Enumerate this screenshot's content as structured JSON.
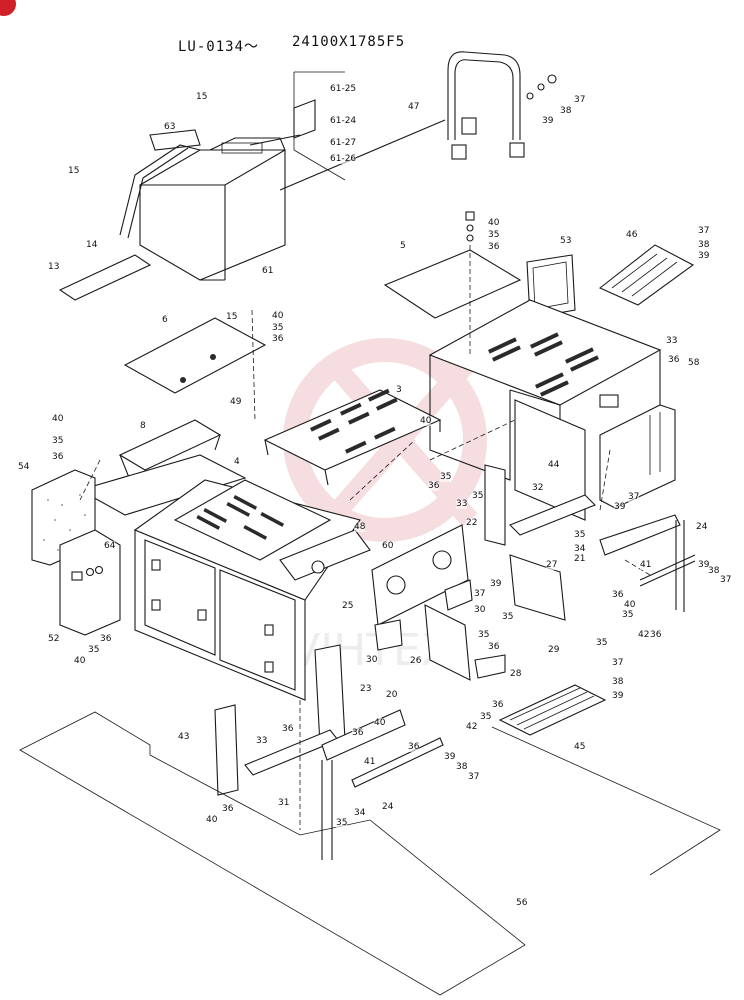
{
  "header": {
    "serial_from": "LU-0134～",
    "part_code": "24100X1785F5"
  },
  "watermark": {
    "text": "VIHTEX",
    "color": "#e8a0a8"
  },
  "badge_color": "#d0202a",
  "labels": {
    "p13": "13",
    "p14": "14",
    "p15a": "15",
    "p15b": "15",
    "p15c": "15",
    "p61": "61",
    "p63": "63",
    "p61_25": "61-25",
    "p61_24": "61-24",
    "p61_27": "61-27",
    "p61_26": "61-26",
    "p47": "47",
    "p37a": "37",
    "p38a": "38",
    "p39a": "39",
    "p40a": "40",
    "p35a": "35",
    "p36a": "36",
    "p5": "5",
    "p53": "53",
    "p46": "46",
    "p37b": "37",
    "p38b": "38",
    "p39b": "39",
    "p6": "6",
    "p40b": "40",
    "p35b": "35",
    "p36b": "36",
    "p49": "49",
    "p33a": "33",
    "p36c": "36",
    "p58": "58",
    "p3": "3",
    "p40c": "40",
    "p8": "8",
    "p4": "4",
    "p40d": "40",
    "p35c": "35",
    "p36d": "36",
    "p54": "54",
    "p64": "64",
    "p35d": "35",
    "p36e": "36",
    "p44": "44",
    "p33b": "33",
    "p35e": "35",
    "p22": "22",
    "p32": "32",
    "p39c": "39",
    "p37c": "37",
    "p24a": "24",
    "p48": "48",
    "p60": "60",
    "p52": "52",
    "p40e": "40",
    "p35f": "35",
    "p36f": "36",
    "p25": "25",
    "p37d": "37",
    "p39d": "39",
    "p35g": "35",
    "p34a": "34",
    "p21": "21",
    "p41a": "41",
    "p36g": "36",
    "p40f": "40",
    "p39e": "39",
    "p38c": "38",
    "p37e": "37",
    "p35h": "35",
    "p36h": "36",
    "p27": "27",
    "p42a": "42",
    "p35i": "35",
    "p29": "29",
    "p30a": "30",
    "p35j": "35",
    "p30b": "30",
    "p26": "26",
    "p35k": "35",
    "p36i": "36",
    "p28": "28",
    "p37f": "37",
    "p38d": "38",
    "p39f": "39",
    "p36j": "36",
    "p42b": "42",
    "p35l": "35",
    "p23": "23",
    "p20": "20",
    "p40g": "40",
    "p36k": "36",
    "p33c": "33",
    "p36l": "36",
    "p43": "43",
    "p41b": "41",
    "p36m": "36",
    "p39g": "39",
    "p38e": "38",
    "p37g": "37",
    "p45": "45",
    "p31": "31",
    "p24b": "24",
    "p40h": "40",
    "p36n": "36",
    "p35m": "35",
    "p34b": "34",
    "p56": "56"
  }
}
